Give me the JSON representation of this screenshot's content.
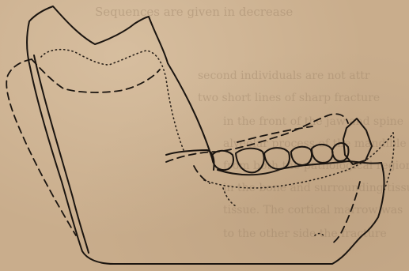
{
  "figure": {
    "background_color": "#c9ad8c",
    "ink_color": "#1b1510",
    "line_styles": [
      "solid",
      "dashed",
      "dotted"
    ],
    "subject": "mandible-outline-comparison",
    "bleed_through_text": [
      "Sequences are given in decrease",
      "second individuals are not attr",
      "two short lines of sharp fracture",
      "in the front of the jaw and spine",
      "alveolar process of the mandible",
      "from both the pathological regions",
      "in the bone and surrounding tissue",
      "tissue. The cortical marrow was",
      "to the other side the fracture"
    ]
  }
}
